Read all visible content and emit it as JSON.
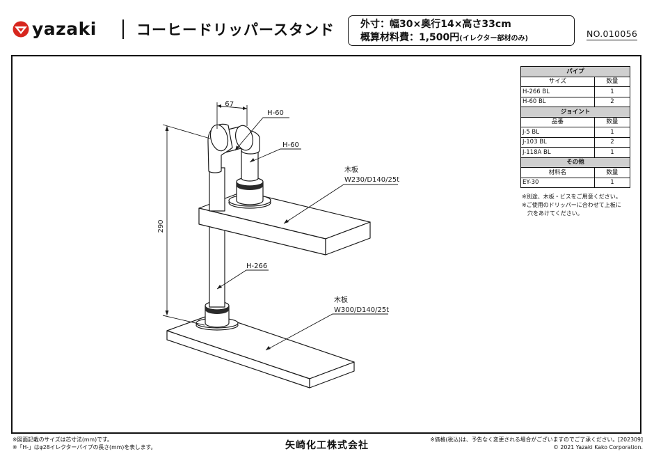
{
  "header": {
    "logo_text": "yazaki",
    "title": "コーヒードリッパースタンド",
    "spec_size": "外寸：幅30×奥行14×高さ33cm",
    "spec_price": "概算材料費：1,500円",
    "spec_price_note": "(イレクター部材のみ)",
    "doc_number": "NO.010056"
  },
  "drawing": {
    "dim_width": "67",
    "dim_height": "290",
    "label_h60_top": "H-60",
    "label_h60_mid": "H-60",
    "label_h266": "H-266",
    "board_top_name": "木板",
    "board_top_size": "W230/D140/25t",
    "board_bottom_name": "木板",
    "board_bottom_size": "W300/D140/25t"
  },
  "parts_table": {
    "pipe": {
      "section": "パイプ",
      "col_name": "サイズ",
      "col_qty": "数量",
      "rows": [
        {
          "name": "H-266 BL",
          "qty": "1"
        },
        {
          "name": "H-60 BL",
          "qty": "2"
        }
      ]
    },
    "joint": {
      "section": "ジョイント",
      "col_name": "品番",
      "col_qty": "数量",
      "rows": [
        {
          "name": "J-5 BL",
          "qty": "1"
        },
        {
          "name": "J-103 BL",
          "qty": "2"
        },
        {
          "name": "J-118A BL",
          "qty": "1"
        }
      ]
    },
    "other": {
      "section": "その他",
      "col_name": "材料名",
      "col_qty": "数量",
      "rows": [
        {
          "name": "EY-30",
          "qty": "1"
        }
      ]
    }
  },
  "notes": {
    "line1": "※別途、木板・ビスをご用意ください。",
    "line2": "※ご使用のドリッパーに合わせて上板に",
    "line3": "　穴をあけてください。"
  },
  "footer": {
    "left_line1": "※図面記載のサイズは芯寸法(mm)です。",
    "left_line2": "※「H-」はφ28イレクターパイプの長さ(mm)を表します。",
    "company": "矢崎化工株式会社",
    "right_line1": "※価格(税込)は、予告なく変更される場合がございますのでご了承ください。[202309]",
    "right_line2": "© 2021 Yazaki Kako Corporation."
  },
  "colors": {
    "logo_red": "#d7261e",
    "line": "#1a1a1a",
    "table_header_gray": "#cfcfcf"
  }
}
